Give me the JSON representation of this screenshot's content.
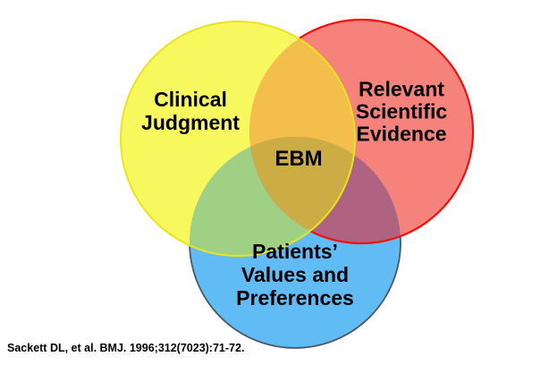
{
  "page": {
    "background": "#FFFFFF"
  },
  "diagram": {
    "type": "venn",
    "circles": {
      "clinical": {
        "label_lines": [
          "Clinical",
          "Judgment"
        ],
        "fill": "#F7F75E",
        "stroke": "#EAE41A"
      },
      "evidence": {
        "label_lines": [
          "Relevant",
          "Scientific",
          "Evidence"
        ],
        "fill": "#F5837B",
        "stroke": "#F90B0B"
      },
      "patients": {
        "label_lines": [
          "Patients’",
          "Values and",
          "Preferences"
        ],
        "fill": "#61BCF5",
        "stroke": "#4A5963"
      }
    },
    "overlaps": {
      "clinical_evidence_fill": "#F4BE4A",
      "clinical_patients_fill": "#A0D083",
      "evidence_patients_fill": "#AF6380",
      "center_fill": "#CCAD45",
      "center_label": "EBM"
    }
  },
  "citation": "Sackett DL, et al. BMJ. 1996;312(7023):71-72."
}
